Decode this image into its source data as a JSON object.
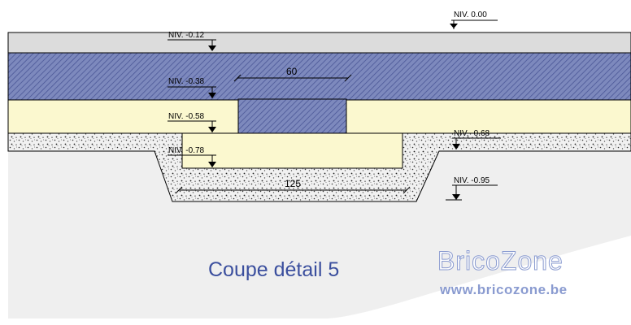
{
  "levels": [
    {
      "id": "niv-000",
      "label": "NIV. 0.00"
    },
    {
      "id": "niv-012",
      "label": "NIV. -0.12"
    },
    {
      "id": "niv-038",
      "label": "NIV. -0.38"
    },
    {
      "id": "niv-058",
      "label": "NIV. -0.58"
    },
    {
      "id": "niv-068",
      "label": "NIV. -0.68"
    },
    {
      "id": "niv-078",
      "label": "NIV. -0.78"
    },
    {
      "id": "niv-095",
      "label": "NIV. -0.95"
    }
  ],
  "dimensions": {
    "beam_width": "60",
    "footing_width": "125"
  },
  "caption": "Coupe détail 5",
  "branding": {
    "logo": "BricoZone",
    "url": "www.bricozone.be"
  },
  "colors": {
    "paving": "#dcdcdc",
    "concrete": "#5c6aa8",
    "concrete_bg": "#7d89bd",
    "stabilized_sand": "#fbf8cf",
    "gravel": "#ededed",
    "ground": "#efefef",
    "caption": "#3b4f9e",
    "brand": "#8a9bd0"
  }
}
